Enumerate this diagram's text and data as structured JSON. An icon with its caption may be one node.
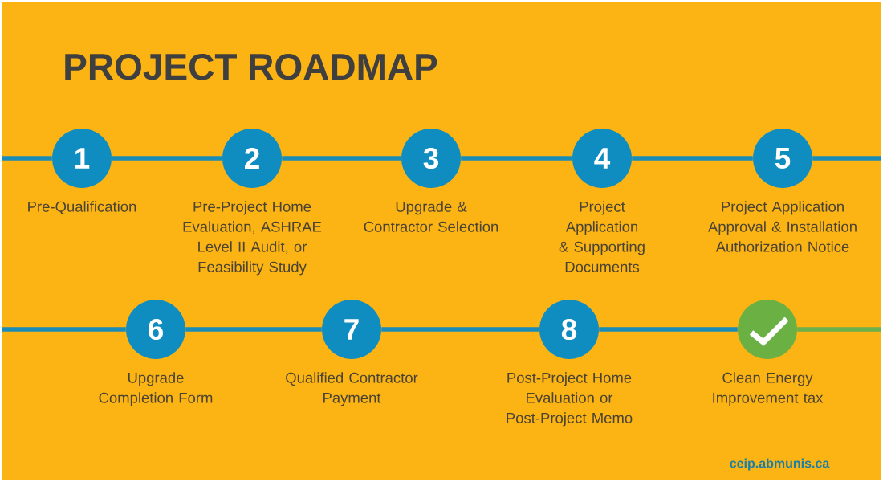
{
  "diagram": {
    "title": "PROJECT ROADMAP",
    "nodes": [
      {
        "text": [
          "1"
        ],
        "beside": [
          "Pre-Qualification"
        ]
      },
      {
        "text": [
          "2"
        ],
        "beside": [
          "Pre-Project Home Evaluation, ASHRAE Level II Audit, or Feasibility Study"
        ]
      },
      {
        "text": [
          "3"
        ],
        "beside": [
          "Upgrade & Contractor Selection"
        ]
      },
      {
        "text": [
          "4"
        ],
        "beside": [
          "Project Application & Supporting Documents"
        ]
      },
      {
        "text": [
          "5"
        ],
        "beside": [
          "Project Application Approval & Installation Authorization Notice"
        ]
      },
      {
        "text": [
          "6"
        ],
        "beside": [
          "Upgrade Completion Form"
        ]
      },
      {
        "text": [
          "7"
        ],
        "beside": [
          "Qualified Contractor Payment"
        ]
      },
      {
        "text": [
          "8"
        ],
        "beside": [
          "Post-Project Home Evaluation or Post-Project Memo"
        ]
      },
      {
        "text": [],
        "shape": "circle",
        "beside": [
          "Clean Energy Improvement tax"
        ]
      }
    ],
    "edges": [
      {
        "from": null,
        "to": 0,
        "arrow": "none"
      },
      {
        "from": 0,
        "to": 1,
        "arrow": "none"
      },
      {
        "from": 1,
        "to": 2,
        "arrow": "none"
      },
      {
        "from": 2,
        "to": 3,
        "arrow": "none"
      },
      {
        "from": 3,
        "to": 4,
        "arrow": "none"
      },
      {
        "from": 4,
        "to": null,
        "arrow": "none"
      },
      {
        "from": null,
        "to": 5,
        "arrow": "none"
      },
      {
        "from": 5,
        "to": 6,
        "arrow": "none"
      },
      {
        "from": 6,
        "to": 7,
        "arrow": "none"
      },
      {
        "from": 7,
        "to": 8,
        "arrow": "none"
      },
      {
        "from": 8,
        "to": null,
        "arrow": "none",
        "color": "#6ab04c"
      }
    ],
    "labels": [
      "ceip.abmunis.ca"
    ]
  }
}
